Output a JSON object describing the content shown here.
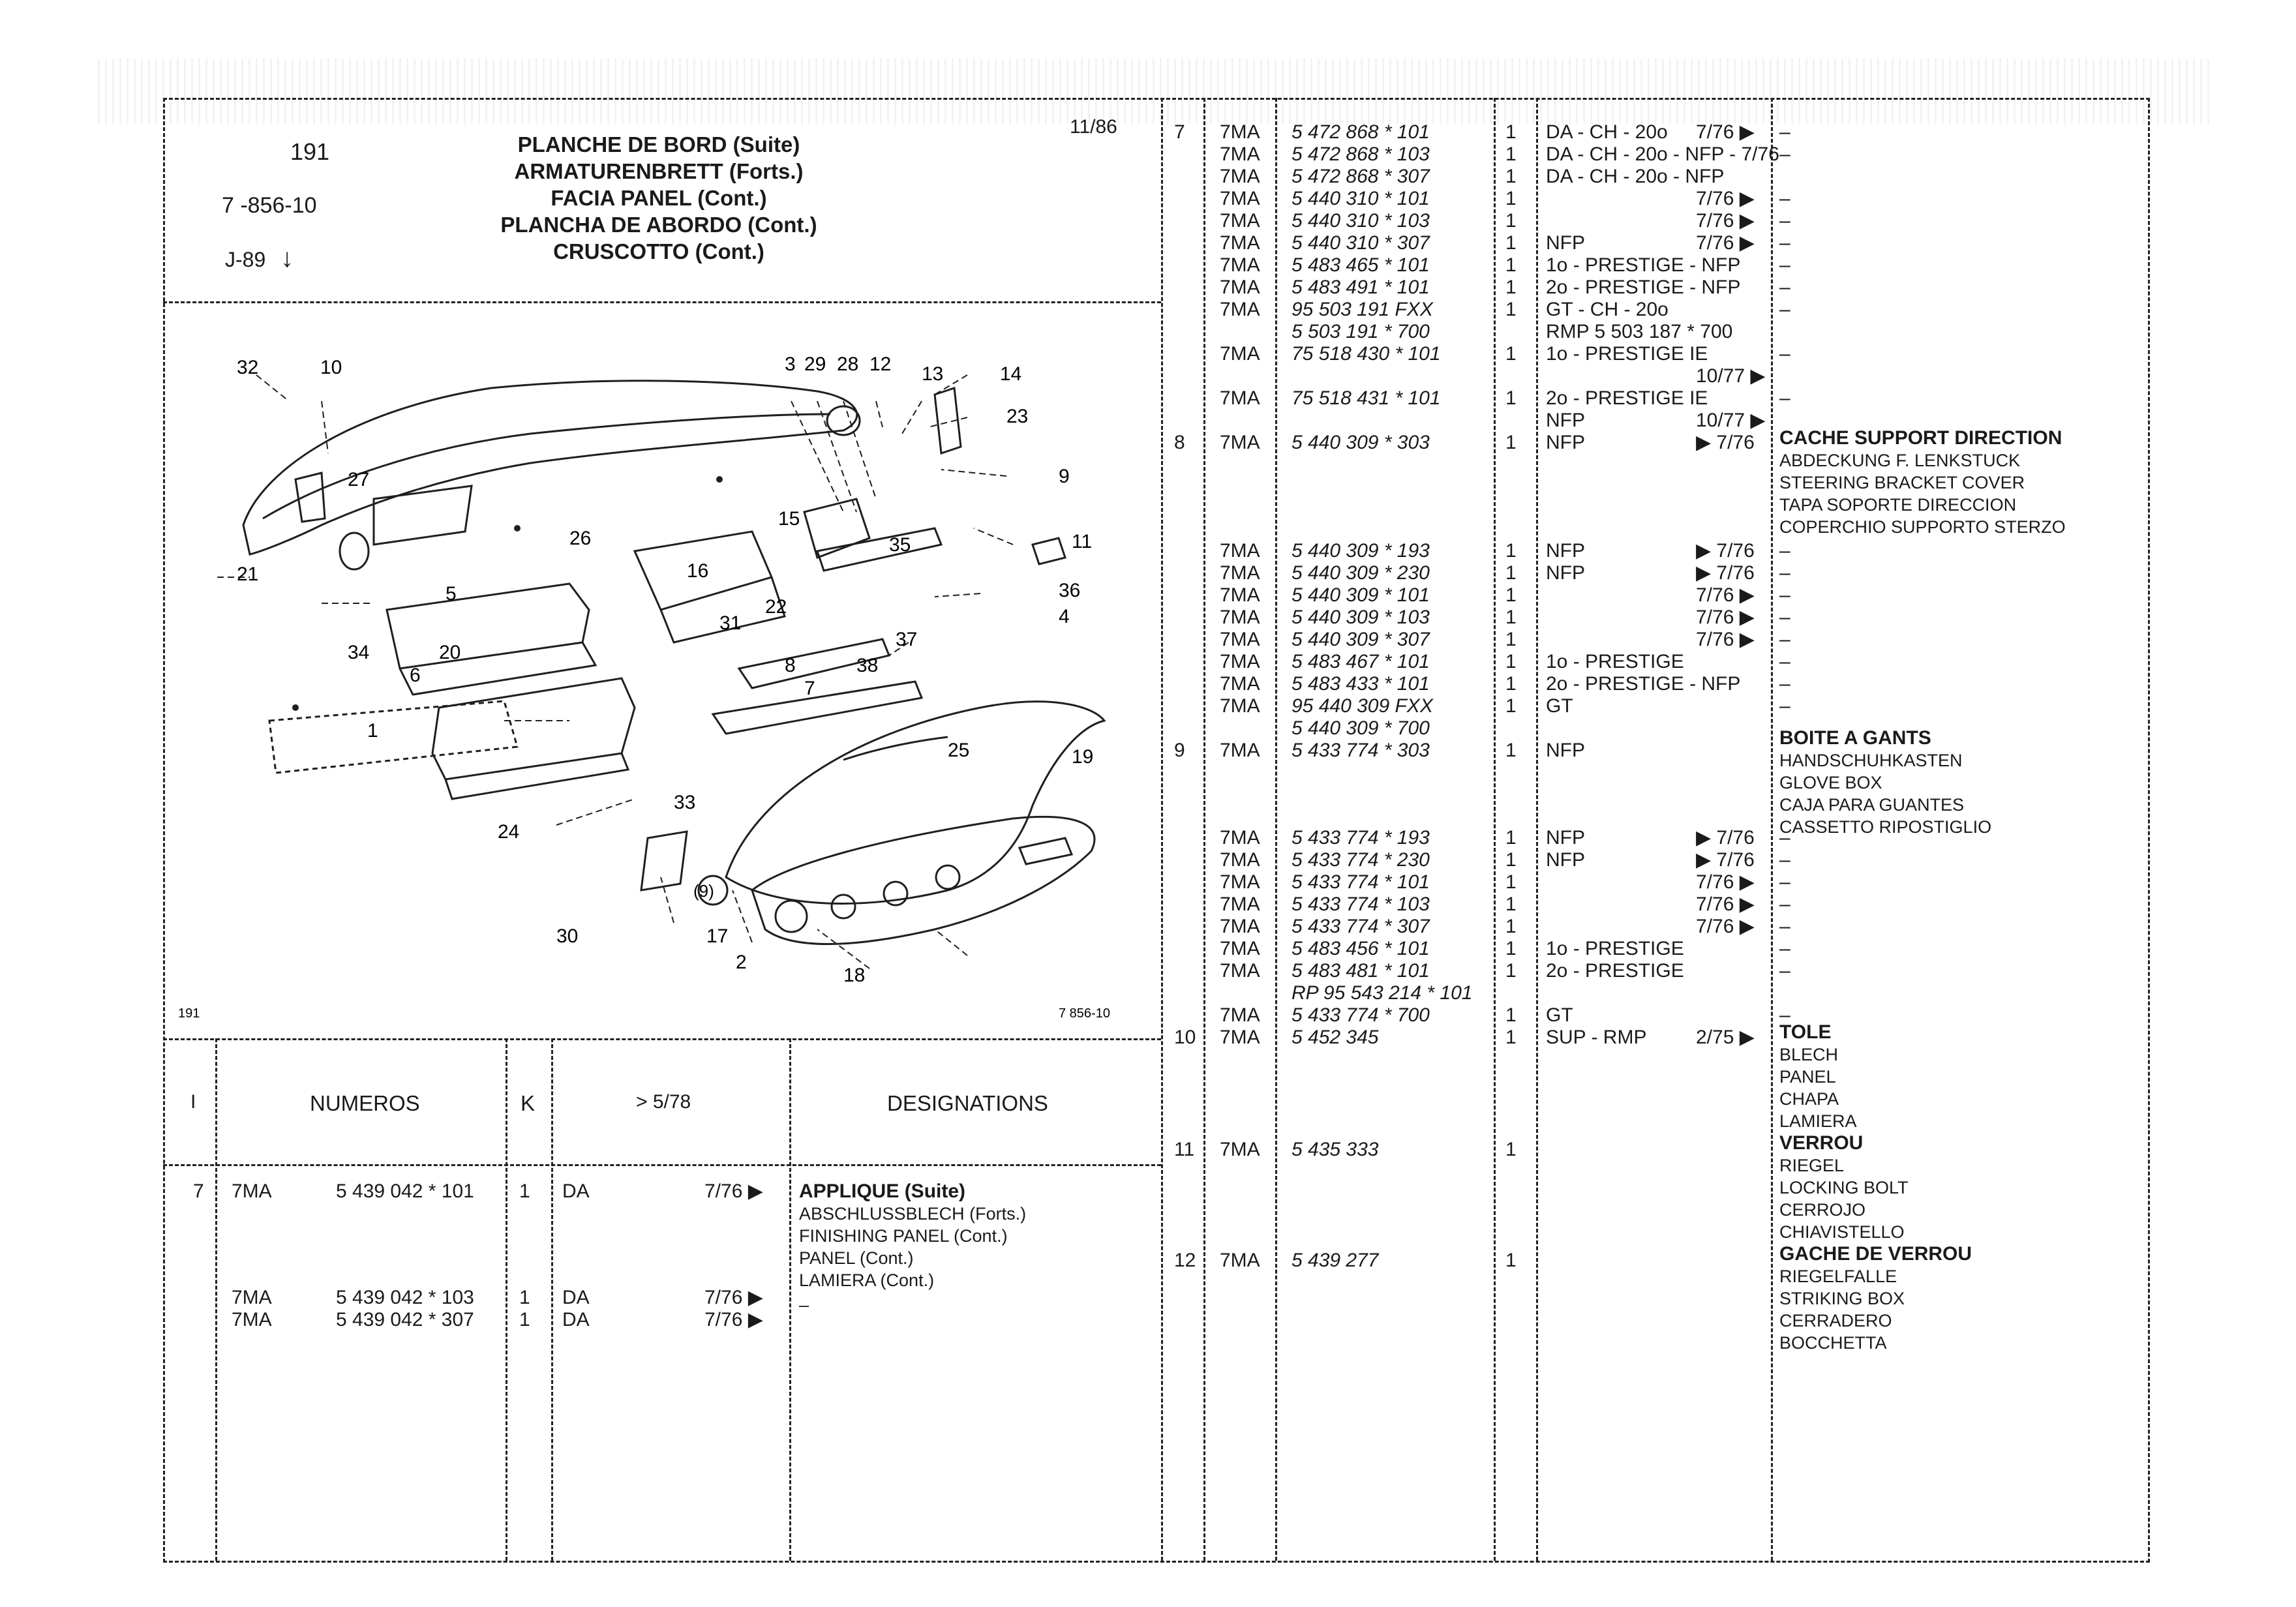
{
  "header": {
    "plate": "191",
    "ref": "7 -856-10",
    "subref": "J-89",
    "date": "11/86",
    "titles": [
      "PLANCHE DE BORD (Suite)",
      "ARMATURENBRETT (Forts.)",
      "FACIA PANEL (Cont.)",
      "PLANCHA DE ABORDO (Cont.)",
      "CRUSCOTTO (Cont.)"
    ]
  },
  "figure": {
    "corner_left": "191",
    "corner_right": "7 856-10",
    "callouts": [
      "32",
      "10",
      "3",
      "29",
      "28",
      "12",
      "13",
      "14",
      "23",
      "27",
      "9",
      "26",
      "15",
      "11",
      "21",
      "16",
      "35",
      "36",
      "5",
      "22",
      "31",
      "4",
      "34",
      "20",
      "37",
      "6",
      "8",
      "38",
      "1",
      "25",
      "19",
      "33",
      "24",
      "30",
      "17",
      "2",
      "18",
      "7"
    ],
    "circled": "(9)"
  },
  "left_table": {
    "col_headers": [
      "I",
      "NUMEROS",
      "K",
      "> 5/78",
      "DESIGNATIONS"
    ],
    "rows": [
      {
        "item": "7",
        "code": "7MA",
        "num": "5 439 042 * 101",
        "k": "1",
        "note": "DA",
        "date": "7/76 ▶"
      },
      {
        "item": "",
        "code": "7MA",
        "num": "5 439 042 * 103",
        "k": "1",
        "note": "DA",
        "date": "7/76 ▶"
      },
      {
        "item": "",
        "code": "7MA",
        "num": "5 439 042 * 307",
        "k": "1",
        "note": "DA",
        "date": "7/76 ▶"
      }
    ],
    "designation": [
      "APPLIQUE (Suite)",
      "ABSCHLUSSBLECH (Forts.)",
      "FINISHING PANEL (Cont.)",
      "PANEL (Cont.)",
      "LAMIERA (Cont.)"
    ],
    "dash": "–"
  },
  "right_rows": [
    {
      "item": "7",
      "code": "7MA",
      "num": "5 472 868 * 101",
      "k": "1",
      "note": "DA - CH - 20o",
      "date": "7/76 ▶",
      "des": "–"
    },
    {
      "item": "",
      "code": "7MA",
      "num": "5 472 868 * 103",
      "k": "1",
      "note": "DA - CH - 20o - NFP - 7/76",
      "date": "",
      "des": "–"
    },
    {
      "item": "",
      "code": "7MA",
      "num": "5 472 868 * 307",
      "k": "1",
      "note": "DA - CH - 20o - NFP",
      "date": "",
      "des": ""
    },
    {
      "item": "",
      "code": "7MA",
      "num": "5 440 310 * 101",
      "k": "1",
      "note": "",
      "date": "7/76 ▶",
      "des": "–"
    },
    {
      "item": "",
      "code": "7MA",
      "num": "5 440 310 * 103",
      "k": "1",
      "note": "",
      "date": "7/76 ▶",
      "des": "–"
    },
    {
      "item": "",
      "code": "7MA",
      "num": "5 440 310 * 307",
      "k": "1",
      "note": "NFP",
      "date": "7/76 ▶",
      "des": "–"
    },
    {
      "item": "",
      "code": "7MA",
      "num": "5 483 465 * 101",
      "k": "1",
      "note": "1o - PRESTIGE - NFP",
      "date": "",
      "des": "–"
    },
    {
      "item": "",
      "code": "7MA",
      "num": "5 483 491 * 101",
      "k": "1",
      "note": "2o - PRESTIGE - NFP",
      "date": "",
      "des": "–"
    },
    {
      "item": "",
      "code": "7MA",
      "num": "95 503 191 FXX",
      "k": "1",
      "note": "GT - CH - 20o",
      "date": "",
      "des": "–"
    },
    {
      "item": "",
      "code": "",
      "num": "5 503 191 * 700",
      "k": "",
      "note": "RMP 5 503 187 * 700",
      "date": "",
      "des": ""
    },
    {
      "item": "",
      "code": "7MA",
      "num": "75 518 430 * 101",
      "k": "1",
      "note": "1o - PRESTIGE IE",
      "date": "",
      "des": "–"
    },
    {
      "item": "",
      "code": "",
      "num": "",
      "k": "",
      "note": "",
      "date": "10/77 ▶",
      "des": ""
    },
    {
      "item": "",
      "code": "7MA",
      "num": "75 518 431 * 101",
      "k": "1",
      "note": "2o - PRESTIGE IE",
      "date": "",
      "des": "–"
    },
    {
      "item": "",
      "code": "",
      "num": "",
      "k": "",
      "note": "NFP",
      "date": "10/77 ▶",
      "des": ""
    },
    {
      "item": "8",
      "code": "7MA",
      "num": "5 440 309 * 303",
      "k": "1",
      "note": "NFP",
      "date": "▶ 7/76",
      "des": ""
    },
    {
      "item": "",
      "code": "7MA",
      "num": "5 440 309 * 193",
      "k": "1",
      "note": "NFP",
      "date": "▶ 7/76",
      "des": "–"
    },
    {
      "item": "",
      "code": "7MA",
      "num": "5 440 309 * 230",
      "k": "1",
      "note": "NFP",
      "date": "▶ 7/76",
      "des": "–"
    },
    {
      "item": "",
      "code": "7MA",
      "num": "5 440 309 * 101",
      "k": "1",
      "note": "",
      "date": "7/76 ▶",
      "des": "–"
    },
    {
      "item": "",
      "code": "7MA",
      "num": "5 440 309 * 103",
      "k": "1",
      "note": "",
      "date": "7/76 ▶",
      "des": "–"
    },
    {
      "item": "",
      "code": "7MA",
      "num": "5 440 309 * 307",
      "k": "1",
      "note": "",
      "date": "7/76 ▶",
      "des": "–"
    },
    {
      "item": "",
      "code": "7MA",
      "num": "5 483 467 * 101",
      "k": "1",
      "note": "1o - PRESTIGE",
      "date": "",
      "des": "–"
    },
    {
      "item": "",
      "code": "7MA",
      "num": "5 483 433 * 101",
      "k": "1",
      "note": "2o - PRESTIGE - NFP",
      "date": "",
      "des": "–"
    },
    {
      "item": "",
      "code": "7MA",
      "num": "95 440 309 FXX",
      "k": "1",
      "note": "GT",
      "date": "",
      "des": "–"
    },
    {
      "item": "",
      "code": "",
      "num": "5 440 309 * 700",
      "k": "",
      "note": "",
      "date": "",
      "des": ""
    },
    {
      "item": "9",
      "code": "7MA",
      "num": "5 433 774 * 303",
      "k": "1",
      "note": "NFP",
      "date": "",
      "des": ""
    },
    {
      "item": "",
      "code": "7MA",
      "num": "5 433 774 * 193",
      "k": "1",
      "note": "NFP",
      "date": "▶ 7/76",
      "des": "–"
    },
    {
      "item": "",
      "code": "7MA",
      "num": "5 433 774 * 230",
      "k": "1",
      "note": "NFP",
      "date": "▶ 7/76",
      "des": "–"
    },
    {
      "item": "",
      "code": "7MA",
      "num": "5 433 774 * 101",
      "k": "1",
      "note": "",
      "date": "7/76 ▶",
      "des": "–"
    },
    {
      "item": "",
      "code": "7MA",
      "num": "5 433 774 * 103",
      "k": "1",
      "note": "",
      "date": "7/76 ▶",
      "des": "–"
    },
    {
      "item": "",
      "code": "7MA",
      "num": "5 433 774 * 307",
      "k": "1",
      "note": "",
      "date": "7/76 ▶",
      "des": "–"
    },
    {
      "item": "",
      "code": "7MA",
      "num": "5 483 456 * 101",
      "k": "1",
      "note": "1o - PRESTIGE",
      "date": "",
      "des": "–"
    },
    {
      "item": "",
      "code": "7MA",
      "num": "5 483 481 * 101",
      "k": "1",
      "note": "2o - PRESTIGE",
      "date": "",
      "des": "–"
    },
    {
      "item": "",
      "code": "",
      "num": "RP 95 543 214 * 101",
      "k": "",
      "note": "",
      "date": "",
      "des": ""
    },
    {
      "item": "",
      "code": "7MA",
      "num": "5 433 774 * 700",
      "k": "1",
      "note": "GT",
      "date": "",
      "des": "–"
    },
    {
      "item": "10",
      "code": "7MA",
      "num": "5 452 345",
      "k": "1",
      "note": "SUP - RMP",
      "date": "2/75 ▶",
      "des": ""
    },
    {
      "item": "11",
      "code": "7MA",
      "num": "5 435 333",
      "k": "1",
      "note": "",
      "date": "",
      "des": ""
    },
    {
      "item": "12",
      "code": "7MA",
      "num": "5 439 277",
      "k": "1",
      "note": "",
      "date": "",
      "des": ""
    }
  ],
  "designations": {
    "item8": [
      "CACHE SUPPORT DIRECTION",
      "ABDECKUNG F. LENKSTUCK",
      "STEERING BRACKET COVER",
      "TAPA SOPORTE DIRECCION",
      "COPERCHIO SUPPORTO STERZO"
    ],
    "item9": [
      "BOITE A GANTS",
      "HANDSCHUHKASTEN",
      "GLOVE BOX",
      "CAJA PARA GUANTES",
      "CASSETTO RIPOSTIGLIO"
    ],
    "item10": [
      "TOLE",
      "BLECH",
      "PANEL",
      "CHAPA",
      "LAMIERA"
    ],
    "item11": [
      "VERROU",
      "RIEGEL",
      "LOCKING BOLT",
      "CERROJO",
      "CHIAVISTELLO"
    ],
    "item12": [
      "GACHE DE VERROU",
      "RIEGELFALLE",
      "STRIKING BOX",
      "CERRADERO",
      "BOCCHETTA"
    ]
  }
}
